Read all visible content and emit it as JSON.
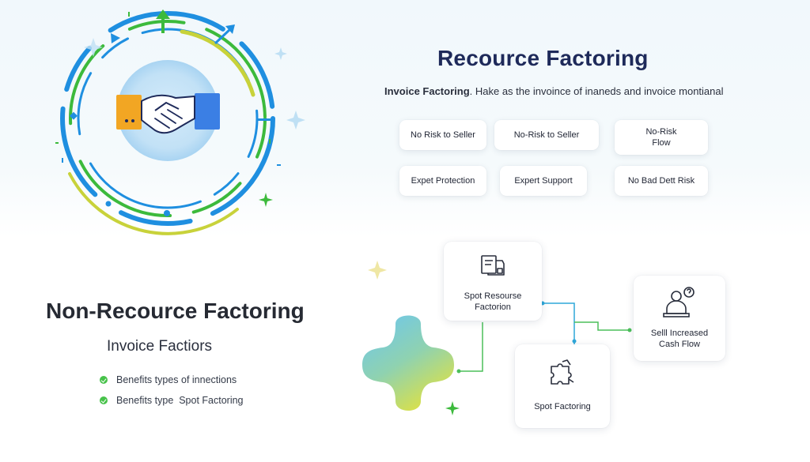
{
  "top": {
    "title": "Recource Factoring",
    "subtitle_bold": "Invoice Factoring",
    "subtitle_rest": ". Hake as the invoince of inaneds and invoice montianal",
    "cards": [
      {
        "label": "No Risk to Seller"
      },
      {
        "label": "No-Risk to Seller"
      },
      {
        "label": "No-Risk\nFlow"
      },
      {
        "label": "Expet Protection"
      },
      {
        "label": "Expert Support"
      },
      {
        "label": "No Bad Dett Risk"
      }
    ]
  },
  "bottom": {
    "title": "Non-Recource Factoring",
    "subtitle": "Invoice Factiors",
    "bullets": [
      {
        "label": "Benefits types of innections"
      },
      {
        "label": "Benefits type  Spot Factoring"
      }
    ],
    "nodes": {
      "spot_resource": {
        "label": "Spot Resourse\nFactorion",
        "icon": "document-stack-icon"
      },
      "spot_factoring": {
        "label": "Spot Factoring",
        "icon": "puzzle-icon"
      },
      "sell_increased": {
        "label": "Selll Increased\nCash Flow",
        "icon": "person-chat-icon"
      }
    }
  },
  "colors": {
    "title_navy": "#1e2a5a",
    "ring_blue": "#1f8fe0",
    "ring_green": "#3cba3c",
    "ring_yellow": "#c8d23a",
    "hand_orange": "#f2a623",
    "hand_blue": "#3b7fe4",
    "connector_green": "#4bbf5a",
    "connector_blue": "#2ea7d9"
  }
}
